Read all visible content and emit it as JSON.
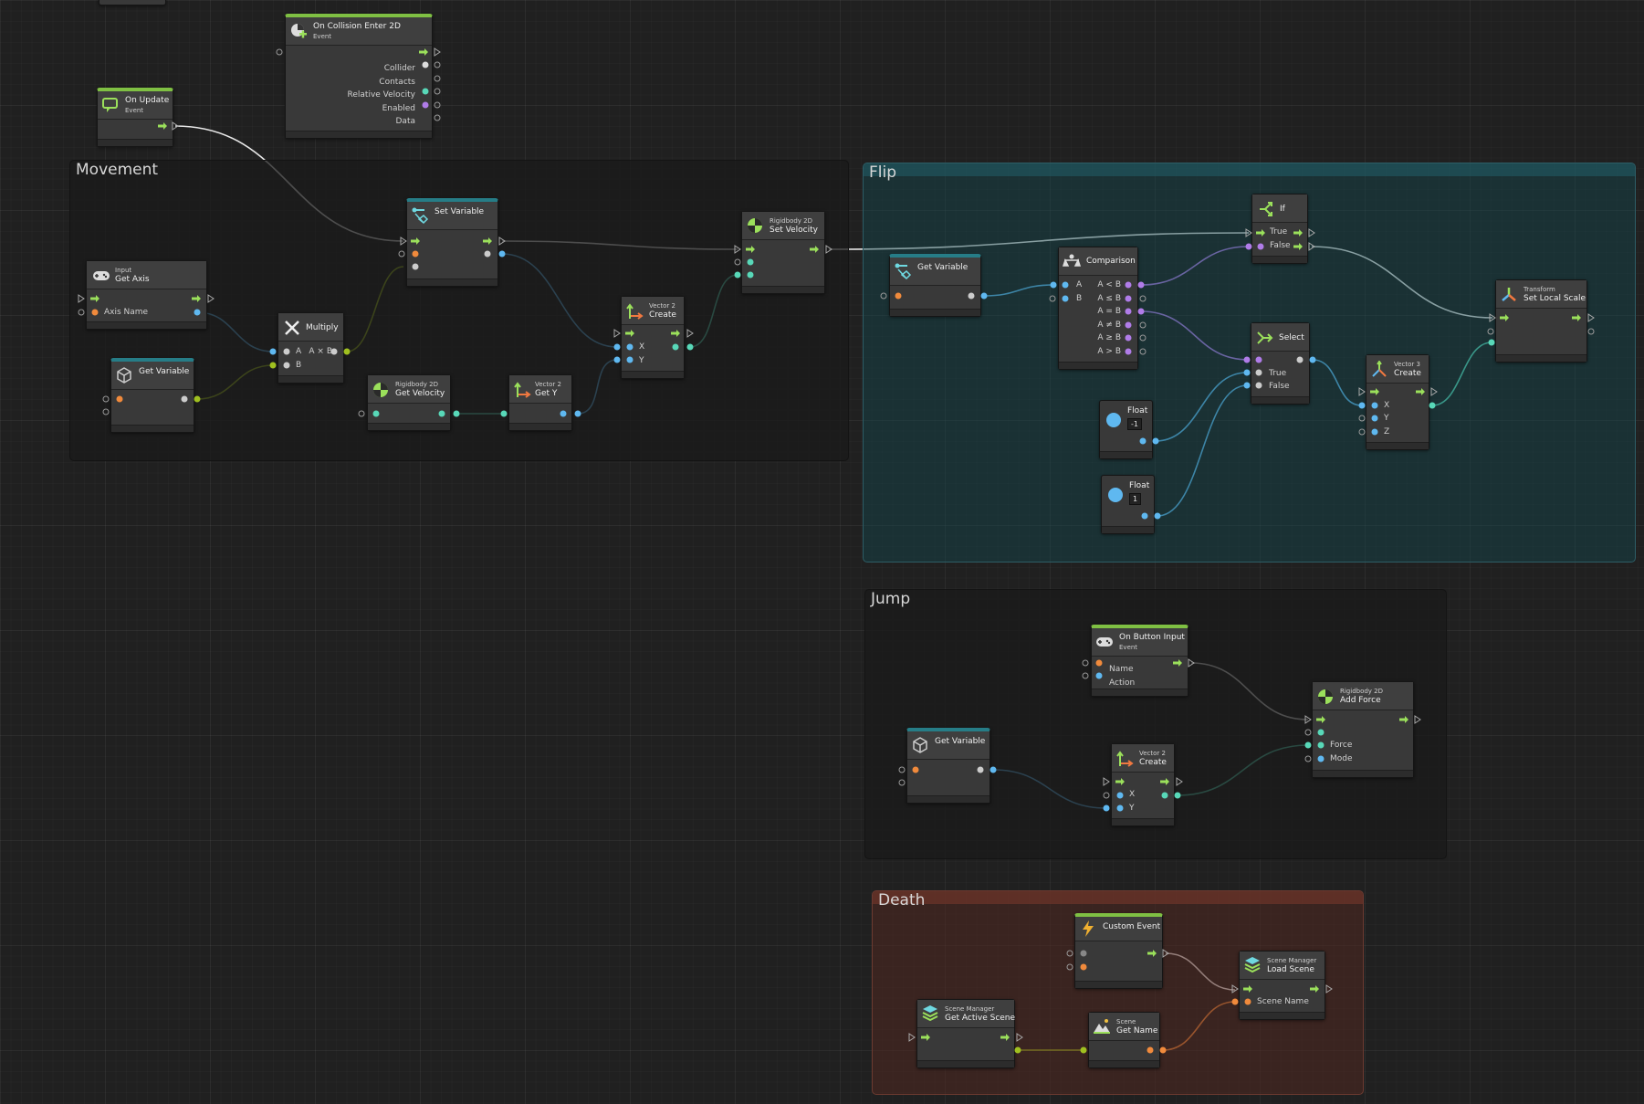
{
  "colors": {
    "flow": "#9be05b",
    "float": "#5fb8f0",
    "string": "#f08a3c",
    "vector": "#58d8b8",
    "bool": "#b07ce8",
    "object": "#a0c020",
    "event_bar": "#7fc043",
    "variable_bar": "#267d87"
  },
  "groups": {
    "movement": "Movement",
    "flip": "Flip",
    "jump": "Jump",
    "death": "Death"
  },
  "nodes": {
    "on_collision": {
      "title": "On Collision Enter 2D",
      "sub": "Event",
      "ports": [
        "Collider",
        "Contacts",
        "Relative Velocity",
        "Enabled",
        "Data"
      ],
      "icon": "collision-icon"
    },
    "on_update": {
      "title": "On Update",
      "sub": "Event",
      "icon": "update-icon"
    },
    "set_variable": {
      "title": "Set Variable",
      "icon": "variable-icon"
    },
    "rb_set_velocity": {
      "sub": "Rigidbody 2D",
      "title": "Set Velocity",
      "icon": "rigidbody-icon"
    },
    "input_get_axis": {
      "sub": "Input",
      "title": "Get Axis",
      "port": "Axis Name",
      "icon": "gamepad-icon"
    },
    "multiply": {
      "title": "Multiply",
      "port_a": "A",
      "port_b": "B",
      "out": "A × B",
      "icon": "multiply-icon"
    },
    "get_variable_move": {
      "title": "Get Variable",
      "icon": "variable-icon"
    },
    "rb_get_velocity": {
      "sub": "Rigidbody 2D",
      "title": "Get Velocity",
      "icon": "rigidbody-icon"
    },
    "vec2_get_y": {
      "sub": "Vector 2",
      "title": "Get Y",
      "icon": "vector2-icon"
    },
    "vec2_create": {
      "sub": "Vector 2",
      "title": "Create",
      "ports": [
        "X",
        "Y"
      ],
      "icon": "vector2-icon"
    },
    "get_variable_flip": {
      "title": "Get Variable",
      "icon": "variable-icon"
    },
    "comparison": {
      "title": "Comparison",
      "inputs": [
        "A",
        "B"
      ],
      "outputs": [
        "A < B",
        "A ≤ B",
        "A = B",
        "A ≠ B",
        "A ≥ B",
        "A > B"
      ],
      "icon": "comparison-icon"
    },
    "if": {
      "title": "If",
      "ports": [
        "True",
        "False"
      ],
      "icon": "if-icon"
    },
    "select": {
      "title": "Select",
      "ports": [
        "True",
        "False"
      ],
      "icon": "select-icon"
    },
    "float_neg": {
      "title": "Float",
      "value": "-1",
      "icon": "float-icon"
    },
    "float_pos": {
      "title": "Float",
      "value": "1",
      "icon": "float-icon"
    },
    "vec3_create": {
      "sub": "Vector 3",
      "title": "Create",
      "ports": [
        "X",
        "Y",
        "Z"
      ],
      "icon": "vector3-icon"
    },
    "set_local_scale": {
      "sub": "Transform",
      "title": "Set Local Scale",
      "icon": "transform-icon"
    },
    "on_button_input": {
      "title": "On Button Input",
      "sub": "Event",
      "ports": [
        "Name",
        "Action"
      ],
      "icon": "gamepad-icon"
    },
    "get_variable_jump": {
      "title": "Get Variable",
      "icon": "variable-icon"
    },
    "vec2_create_jump": {
      "sub": "Vector 2",
      "title": "Create",
      "ports": [
        "X",
        "Y"
      ],
      "icon": "vector2-icon"
    },
    "rb_add_force": {
      "sub": "Rigidbody 2D",
      "title": "Add Force",
      "ports": [
        "Force",
        "Mode"
      ],
      "icon": "rigidbody-icon"
    },
    "custom_event": {
      "title": "Custom Event",
      "icon": "lightning-icon"
    },
    "load_scene": {
      "sub": "Scene Manager",
      "title": "Load Scene",
      "port": "Scene Name",
      "icon": "scene-manager-icon"
    },
    "get_active_scene": {
      "sub": "Scene Manager",
      "title": "Get Active Scene",
      "icon": "scene-manager-icon"
    },
    "scene_get_name": {
      "sub": "Scene",
      "title": "Get Name",
      "icon": "scene-icon"
    }
  }
}
